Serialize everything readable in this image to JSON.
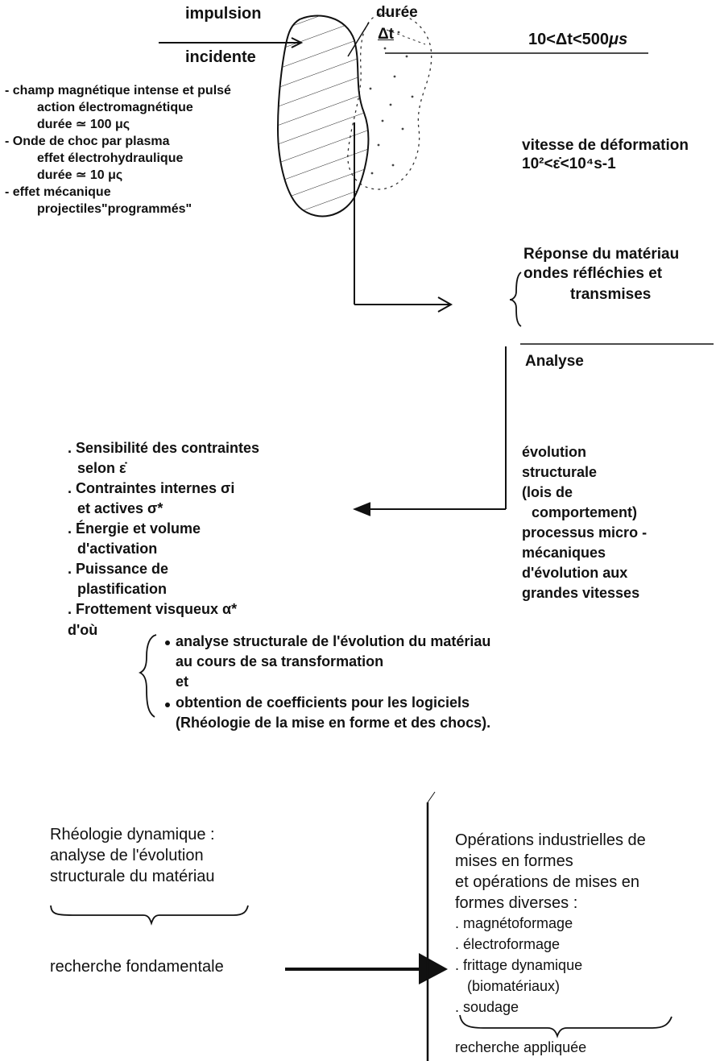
{
  "top": {
    "impulsion": "impulsion",
    "incidente": "incidente",
    "duree": "durée",
    "delta_t": "Δt",
    "range": "10<Δt<500",
    "range_unit": "μs"
  },
  "left_methods": [
    "- champ magnétique intense et pulsé",
    "action électromagnétique",
    "durée ≃ 100 μς",
    "- Onde de choc par plasma",
    "effet électrohydraulique",
    "durée ≃ 10 μς",
    "- effet mécanique",
    "projectiles\"programmés\""
  ],
  "right_top": {
    "vitesse": "vitesse de déformation",
    "vitesse_range": "10²<ε̇<10⁴s-1",
    "reponse_title": "Réponse du matériau",
    "reponse_line1": "ondes réfléchies et",
    "reponse_line2": "transmises",
    "analyse": "Analyse"
  },
  "evolution": [
    "évolution",
    "structurale",
    "(lois de",
    "comportement)",
    "processus micro -",
    "mécaniques",
    "d'évolution aux",
    "grandes vitesses"
  ],
  "analysis_items": [
    ". Sensibilité des contraintes",
    "selon ε̇",
    ". Contraintes internes σi",
    "et actives σ*",
    ". Énergie et volume",
    "d'activation",
    ". Puissance de",
    "plastification",
    ". Frottement visqueux   α*"
  ],
  "conclusion": {
    "dou": "d'où",
    "line1": "analyse structurale de l'évolution du matériau",
    "line2": "au cours de sa transformation",
    "line3": "et",
    "line4": "obtention de coefficients pour les logiciels",
    "line5": "(Rhéologie de la mise en forme et des chocs)."
  },
  "bottom_left": {
    "line1": "Rhéologie dynamique :",
    "line2": "analyse de l'évolution",
    "line3": "structurale du matériau",
    "label": "recherche fondamentale"
  },
  "bottom_right": {
    "lines": [
      "Opérations industrielles de",
      "mises en formes",
      "et opérations de mises en",
      "formes diverses :",
      ". magnétoformage",
      ". électroformage",
      ". frittage dynamique",
      "(biomatériaux)",
      ". soudage"
    ],
    "label": "recherche appliquée"
  }
}
